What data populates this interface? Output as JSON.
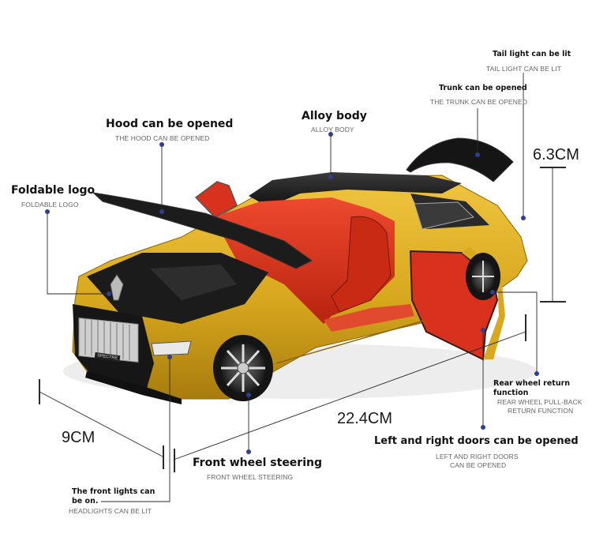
{
  "colors": {
    "car_body": "#d8a81e",
    "car_roof": "#1c1c1c",
    "interior": "#d8321e",
    "leader_line": "#2a2a2a",
    "callout_dot": "#2f3f8f"
  },
  "features": {
    "tail_light": {
      "title": "Tail light can be lit",
      "subtitle": "TAIL LIGHT CAN BE LIT"
    },
    "trunk": {
      "title": "Trunk can be opened",
      "subtitle": "THE TRUNK CAN BE OPENED"
    },
    "alloy": {
      "title": "Alloy body",
      "subtitle": "ALLOY BODY"
    },
    "hood": {
      "title": "Hood can be opened",
      "subtitle": "THE HOOD CAN BE OPENED"
    },
    "logo": {
      "title": "Foldable logo",
      "subtitle": "FOLDABLE LOGO"
    },
    "rear_wheel": {
      "title_line1": "Rear wheel return",
      "title_line2": "function",
      "subtitle_line1": "REAR WHEEL PULL-BACK",
      "subtitle_line2": "RETURN FUNCTION"
    },
    "doors": {
      "title": "Left and right doors can be opened",
      "subtitle_line1": "LEFT AND RIGHT DOORS",
      "subtitle_line2": "CAN BE OPENED"
    },
    "steering": {
      "title": "Front wheel steering",
      "subtitle": "FRONT WHEEL STEERING"
    },
    "front_lights": {
      "title_line1": "The front lights can",
      "title_line2": "be on.",
      "subtitle": "HEADLIGHTS CAN BE LIT"
    }
  },
  "dimensions": {
    "height": "6.3CM",
    "length": "22.4CM",
    "width": "9CM"
  },
  "car": {
    "grille_badge": "SPECTRE"
  }
}
